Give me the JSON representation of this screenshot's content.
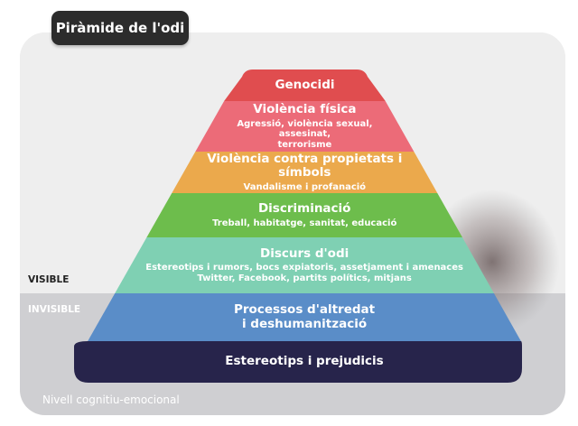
{
  "title": "Piràmide de l'odi",
  "labels": {
    "visible": "VISIBLE",
    "invisible": "INVISIBLE",
    "footer": "Nivell cognitiu-emocional"
  },
  "layers": [
    {
      "title": "Genocidi",
      "color": "#e04d4f"
    },
    {
      "title": "Violència física",
      "desc": [
        "Agressió, violència sexual, assesinat,",
        "terrorisme"
      ],
      "color": "#ec6b78"
    },
    {
      "title": "Violència contra propietats i símbols",
      "desc": [
        "Vandalisme i profanació"
      ],
      "color": "#eba94c"
    },
    {
      "title": "Discriminació",
      "desc": [
        "Treball, habitatge, sanitat, educació"
      ],
      "color": "#6dbd4c"
    },
    {
      "title": "Discurs d'odi",
      "desc": [
        "Estereotips i rumors, bocs expiatoris, assetjament i amenaces",
        "Twitter, Facebook, partits polítics, mitjans"
      ],
      "color": "#7fd0b3"
    },
    {
      "title": [
        "Processos d'altredat",
        "i deshumanització"
      ],
      "color": "#5a8dc8"
    },
    {
      "title": "Estereotips i prejudicis",
      "color": "#27244b"
    }
  ]
}
